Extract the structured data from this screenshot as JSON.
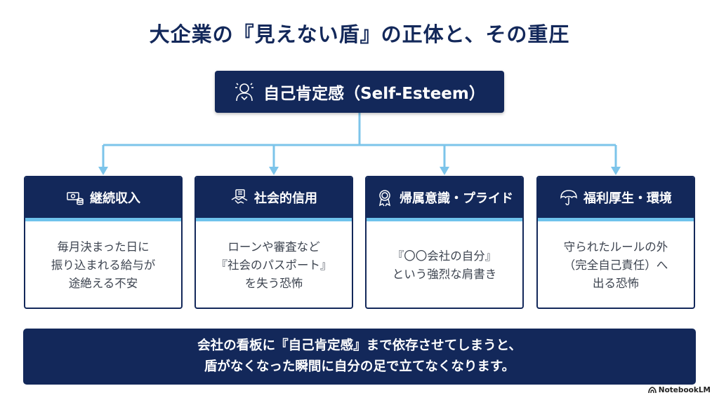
{
  "title": "大企業の『見えない盾』の正体と、その重圧",
  "root": {
    "label": "自己肯定感（Self-Esteem）",
    "icon": "person-head-icon"
  },
  "cards": [
    {
      "title": "継続収入",
      "icon": "money-coins-icon",
      "body": "毎月決まった日に\n振り込まれる給与が\n途絶える不安"
    },
    {
      "title": "社会的信用",
      "icon": "handshake-document-icon",
      "body": "ローンや審査など\n『社会のパスポート』\nを失う恐怖"
    },
    {
      "title": "帰属意識・プライド",
      "icon": "award-badge-icon",
      "body": "『〇〇会社の自分』\nという強烈な肩書き"
    },
    {
      "title": "福利厚生・環境",
      "icon": "umbrella-icon",
      "body": "守られたルールの外\n（完全自己責任）へ\n出る恐怖"
    }
  ],
  "summary": {
    "line1": "会社の看板に『自己肯定感』まで依存させてしまうと、",
    "line2": "盾がなくなった瞬間に自分の足で立てなくなります。"
  },
  "brand": {
    "label": "NotebookLM"
  },
  "colors": {
    "navy": "#13285a",
    "accent": "#6fc3ec",
    "arrow": "#7cc4ea",
    "text": "#3d4450"
  }
}
